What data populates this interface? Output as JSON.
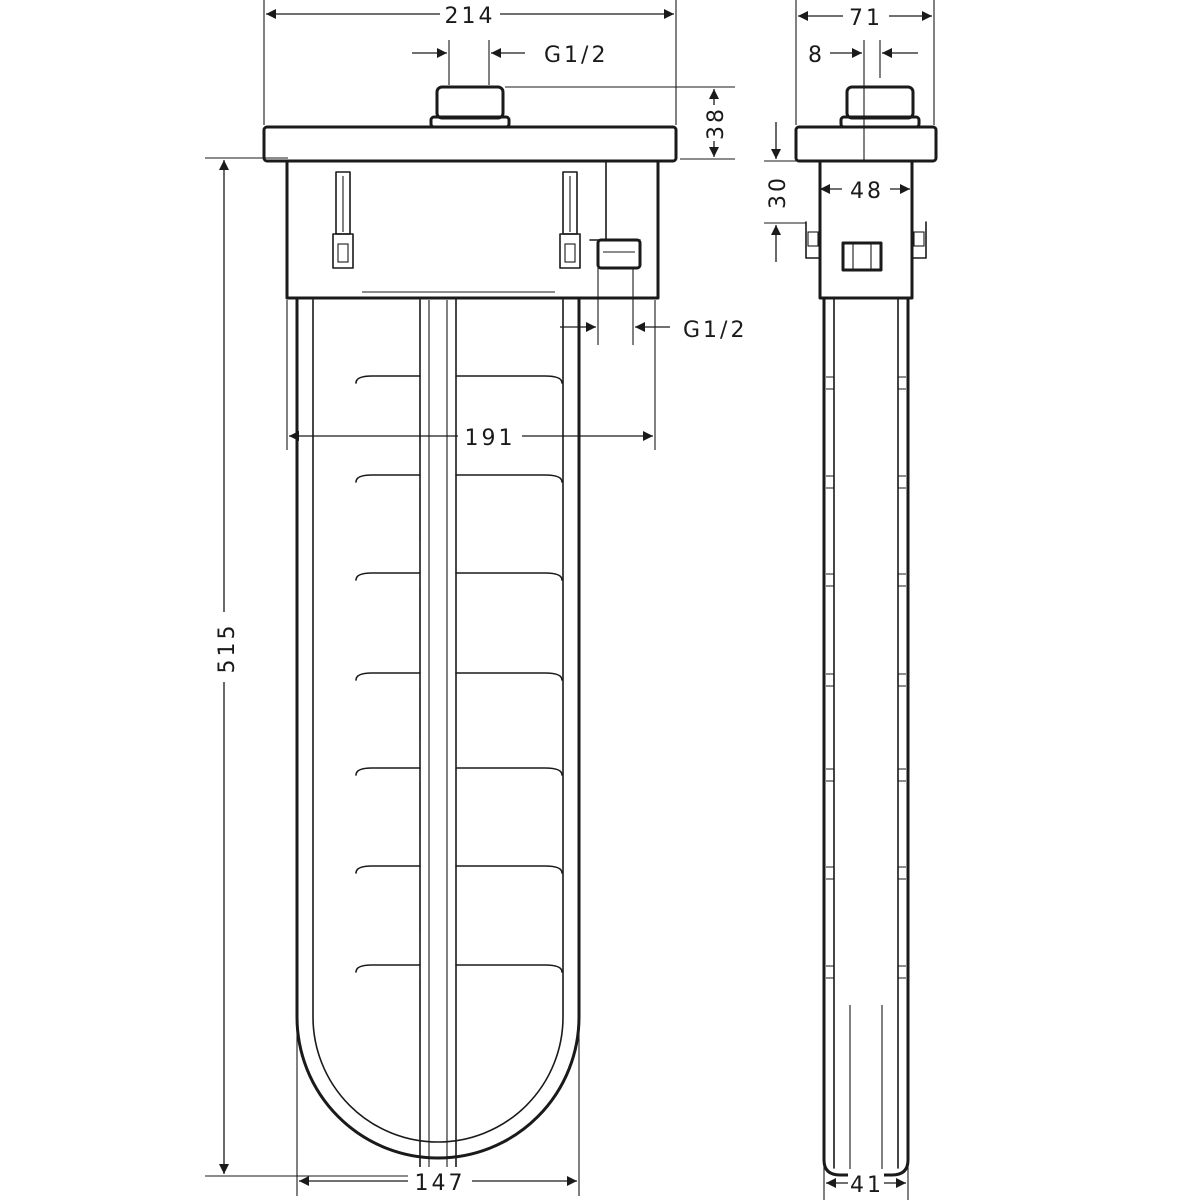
{
  "dimensions": {
    "overall_width": "214",
    "top_inlet_thread": "G1/2",
    "inlet_height": "38",
    "overall_height": "515",
    "side_outlet_thread": "G1/2",
    "housing_width": "191",
    "basket_width": "147",
    "side_overall_depth": "71",
    "side_inlet_offset": "8",
    "side_body_depth": "48",
    "side_flange_offset": "30",
    "side_basket_depth": "41"
  },
  "colors": {
    "line": "#1a1a1a",
    "background": "#ffffff"
  }
}
